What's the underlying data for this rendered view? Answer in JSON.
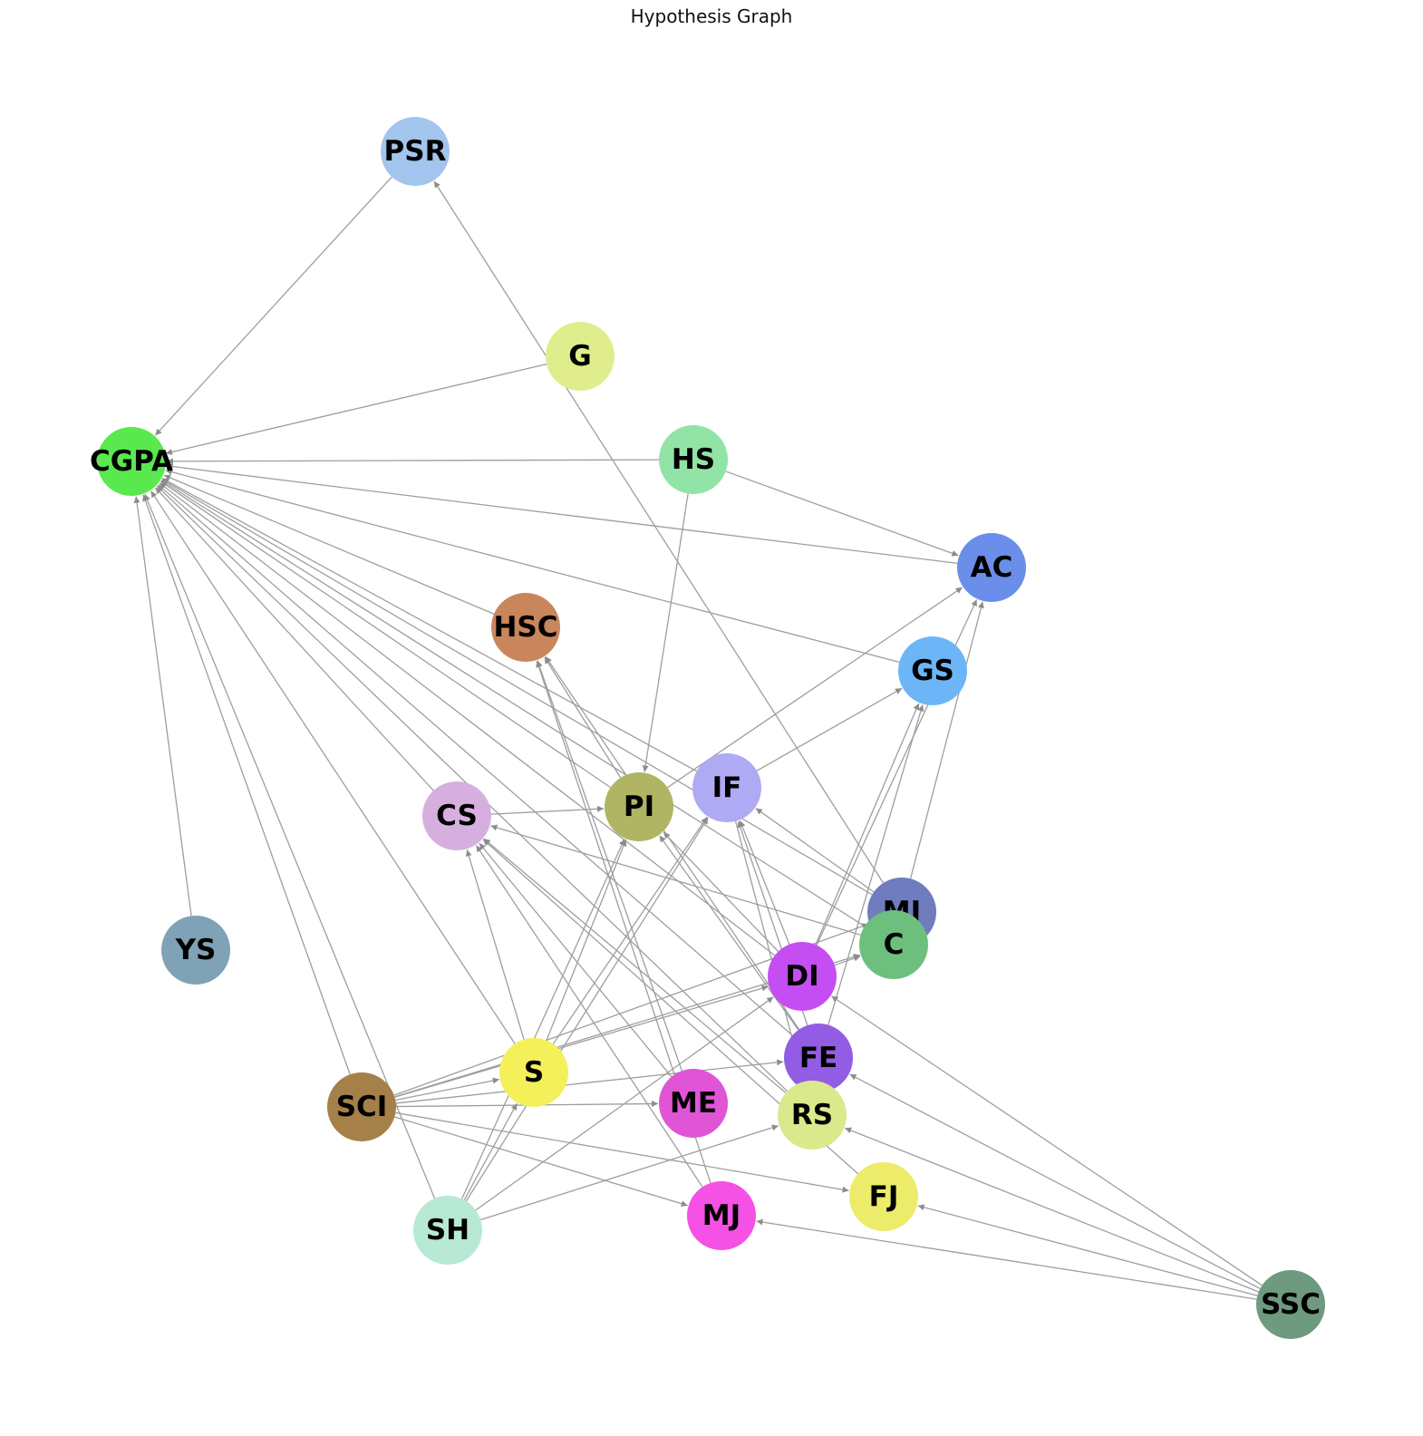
{
  "title": "Hypothesis Graph",
  "nodes": [
    {
      "id": "PSR",
      "color": "#a3c4ec"
    },
    {
      "id": "G",
      "color": "#e0ed8c"
    },
    {
      "id": "CGPA",
      "color": "#5ae84f"
    },
    {
      "id": "HS",
      "color": "#92e3a6"
    },
    {
      "id": "AC",
      "color": "#6a8ee9"
    },
    {
      "id": "HSC",
      "color": "#c9865c"
    },
    {
      "id": "GS",
      "color": "#6cb6f7"
    },
    {
      "id": "IF",
      "color": "#afaaf4"
    },
    {
      "id": "CS",
      "color": "#d6afdf"
    },
    {
      "id": "PI",
      "color": "#afb563"
    },
    {
      "id": "MI",
      "color": "#6f7cbd"
    },
    {
      "id": "C",
      "color": "#6dbf7d"
    },
    {
      "id": "YS",
      "color": "#7fa2b6"
    },
    {
      "id": "DI",
      "color": "#c54ef2"
    },
    {
      "id": "FE",
      "color": "#925ce4"
    },
    {
      "id": "S",
      "color": "#f4f05a"
    },
    {
      "id": "SCI",
      "color": "#a58149"
    },
    {
      "id": "ME",
      "color": "#df55d6"
    },
    {
      "id": "RS",
      "color": "#dbe98c"
    },
    {
      "id": "FJ",
      "color": "#ecec6a"
    },
    {
      "id": "SH",
      "color": "#b7e9d4"
    },
    {
      "id": "MJ",
      "color": "#f551e4"
    },
    {
      "id": "SSC",
      "color": "#6e9a80"
    }
  ],
  "edges": [
    [
      "PSR",
      "CGPA"
    ],
    [
      "G",
      "CGPA"
    ],
    [
      "HS",
      "CGPA"
    ],
    [
      "AC",
      "CGPA"
    ],
    [
      "GS",
      "CGPA"
    ],
    [
      "HSC",
      "CGPA"
    ],
    [
      "IF",
      "CGPA"
    ],
    [
      "CS",
      "CGPA"
    ],
    [
      "PI",
      "CGPA"
    ],
    [
      "MI",
      "CGPA"
    ],
    [
      "C",
      "CGPA"
    ],
    [
      "DI",
      "CGPA"
    ],
    [
      "FE",
      "CGPA"
    ],
    [
      "S",
      "CGPA"
    ],
    [
      "SCI",
      "CGPA"
    ],
    [
      "SH",
      "CGPA"
    ],
    [
      "YS",
      "CGPA"
    ],
    [
      "RS",
      "CGPA"
    ],
    [
      "HS",
      "AC"
    ],
    [
      "HS",
      "PI"
    ],
    [
      "MI",
      "PSR"
    ],
    [
      "MI",
      "AC"
    ],
    [
      "PI",
      "AC"
    ],
    [
      "DI",
      "AC"
    ],
    [
      "IF",
      "GS"
    ],
    [
      "DI",
      "GS"
    ],
    [
      "FE",
      "GS"
    ],
    [
      "PI",
      "HSC"
    ],
    [
      "ME",
      "HSC"
    ],
    [
      "MJ",
      "HSC"
    ],
    [
      "FE",
      "HSC"
    ],
    [
      "CS",
      "PI"
    ],
    [
      "S",
      "PI"
    ],
    [
      "FE",
      "PI"
    ],
    [
      "DI",
      "PI"
    ],
    [
      "S",
      "IF"
    ],
    [
      "DI",
      "IF"
    ],
    [
      "FE",
      "IF"
    ],
    [
      "ME",
      "CS"
    ],
    [
      "S",
      "CS"
    ],
    [
      "MJ",
      "CS"
    ],
    [
      "RS",
      "CS"
    ],
    [
      "FJ",
      "CS"
    ],
    [
      "C",
      "CS"
    ],
    [
      "SCI",
      "C"
    ],
    [
      "DI",
      "C"
    ],
    [
      "SCI",
      "MI"
    ],
    [
      "SCI",
      "DI"
    ],
    [
      "SH",
      "DI"
    ],
    [
      "SCI",
      "FE"
    ],
    [
      "SCI",
      "S"
    ],
    [
      "SCI",
      "ME"
    ],
    [
      "SCI",
      "MJ"
    ],
    [
      "SCI",
      "FJ"
    ],
    [
      "SH",
      "S"
    ],
    [
      "SH",
      "PI"
    ],
    [
      "SH",
      "IF"
    ],
    [
      "SH",
      "RS"
    ],
    [
      "SSC",
      "DI"
    ],
    [
      "SSC",
      "FE"
    ],
    [
      "SSC",
      "MJ"
    ],
    [
      "SSC",
      "RS"
    ],
    [
      "SSC",
      "FJ"
    ],
    [
      "IF",
      "RS"
    ],
    [
      "MI",
      "IF"
    ]
  ]
}
